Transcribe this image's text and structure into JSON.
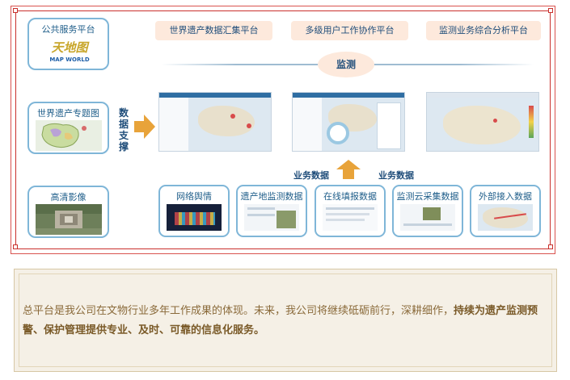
{
  "diagram": {
    "left_boxes": [
      {
        "title": "公共服务平台",
        "logo_cn": "天地图",
        "logo_en": "MAP WORLD"
      },
      {
        "title": "世界遗产专题图"
      },
      {
        "title": "高清影像"
      }
    ],
    "top_platforms": [
      "世界遗产数据汇集平台",
      "多级用户工作协作平台",
      "监测业务综合分析平台"
    ],
    "center_label": "监测",
    "support_label": [
      "数",
      "据",
      "支",
      "撑"
    ],
    "business_data_left": "业务数据",
    "business_data_right": "业务数据",
    "bottom_sources": [
      "网络舆情",
      "遗产地监测数据",
      "在线填报数据",
      "监测云采集数据",
      "外部接入数据"
    ]
  },
  "colors": {
    "frame": "#c9302c",
    "box_border": "#7fb6d8",
    "platform_bg": "#fde9dc",
    "arrow": "#e8a33a",
    "text_blue": "#1f4d7a",
    "text_brown": "#8a6a3a"
  },
  "text": {
    "normal_part": "总平台是我公司在文物行业多年工作成果的体现。未来，我公司将继续砥砺前行，深耕细作，",
    "bold_part": "持续为遗产监测预警、保护管理提供专业、及时、可靠的信息化服务。"
  }
}
